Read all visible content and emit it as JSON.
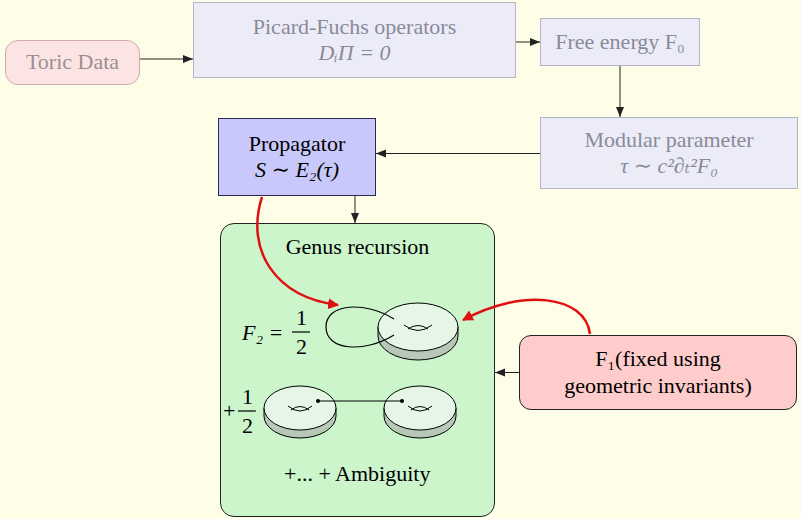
{
  "diagram": {
    "nodes": [
      {
        "text": [
          "Toric Data"
        ]
      },
      {
        "text": [
          "Picard-Fuchs operators",
          "DᵢΠ = 0"
        ]
      },
      {
        "text": [
          "Free energy F₀"
        ]
      },
      {
        "text": [
          "Modular parameter",
          "τ ∼ c²∂ₜ²F₀"
        ]
      },
      {
        "text": [
          "Propagator",
          "S ∼ E₂(τ)"
        ]
      },
      {
        "text": [
          "Genus recursion"
        ]
      },
      {
        "text": [
          "F₁(fixed using geometric invariants)"
        ]
      }
    ],
    "edges": [
      {
        "from": 0,
        "to": 1,
        "arrow": "to"
      },
      {
        "from": 1,
        "to": 2,
        "arrow": "to"
      },
      {
        "from": 2,
        "to": 3,
        "arrow": "to"
      },
      {
        "from": 3,
        "to": 4,
        "arrow": "to"
      },
      {
        "from": 4,
        "to": 5,
        "arrow": "to"
      },
      {
        "from": 6,
        "to": 5,
        "arrow": "to"
      }
    ],
    "labels": [
      "F₂ =",
      "1",
      "2",
      "+",
      "1",
      "2",
      "+... + Ambiguity"
    ]
  }
}
